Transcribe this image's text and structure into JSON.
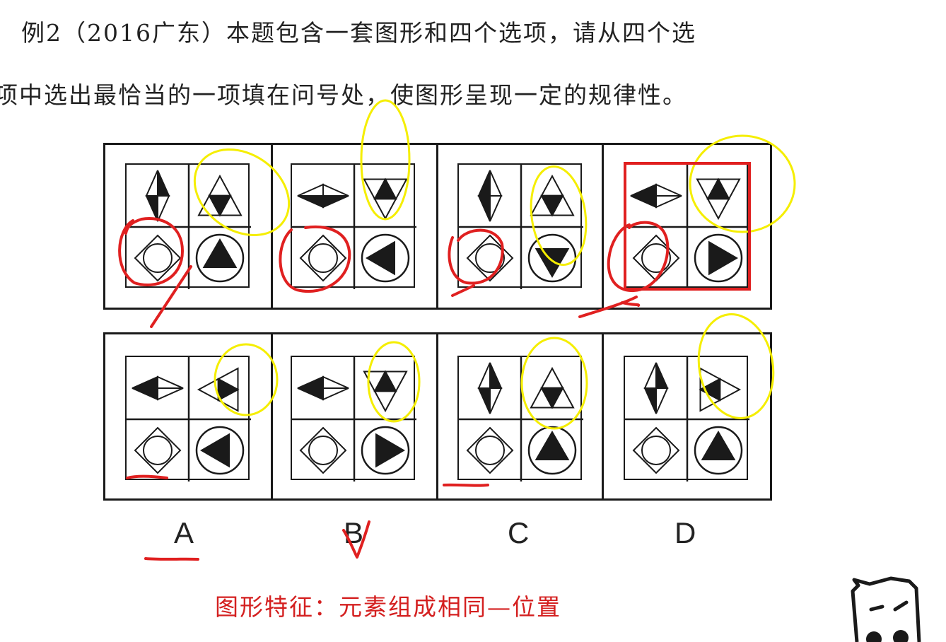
{
  "question": {
    "line1": "例2（2016广东）本题包含一套图形和四个选项，请从四个选",
    "line2": "项中选出最恰当的一项填在问号处，使图形呈现一定的规律性。"
  },
  "options": {
    "labels": [
      "A",
      "B",
      "C",
      "D"
    ]
  },
  "annotations": {
    "caption": "图形特征：元素组成相同—位置",
    "circle_color": "#f5ee00",
    "mark_color": "#e02020"
  },
  "icons": [
    "diamond-split-icon",
    "triangle-split-icon",
    "circle-in-diamond-icon",
    "triangle-in-circle-icon",
    "cartoon-mascot-icon"
  ]
}
